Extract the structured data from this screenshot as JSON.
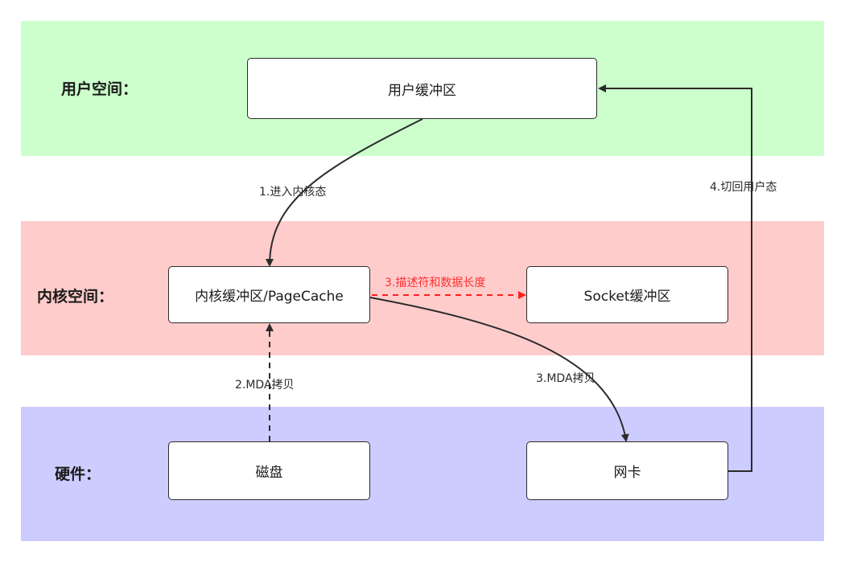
{
  "colors": {
    "user_space": "#ccffcc",
    "kernel_space": "#ffcccc",
    "hardware": "#ccccff",
    "edge": "#2b2b2b",
    "highlight_edge": "#ff2020"
  },
  "layers": {
    "user": "用户空间：",
    "kernel": "内核空间：",
    "hardware": "硬件："
  },
  "nodes": {
    "user_buffer": "用户缓冲区",
    "kernel_buffer": "内核缓冲区/PageCache",
    "socket_buffer": "Socket缓冲区",
    "disk": "磁盘",
    "nic": "网卡"
  },
  "edges": {
    "enter_kernel": "1.进入内核态",
    "mda_copy_disk": "2.MDA拷贝",
    "descriptor": "3.描述符和数据长度",
    "mda_copy_nic": "3.MDA拷贝",
    "back_user": "4.切回用户态"
  }
}
